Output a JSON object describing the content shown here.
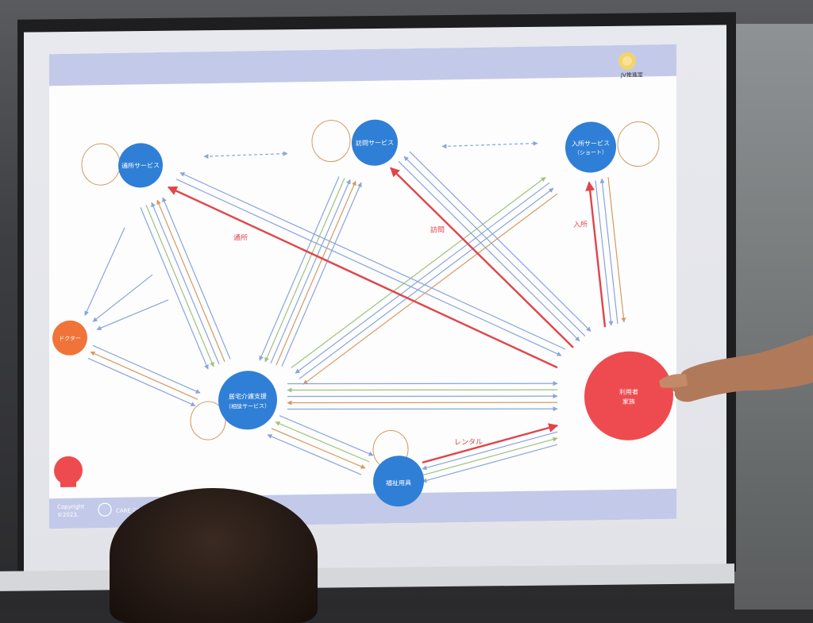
{
  "slide": {
    "nodes": {
      "tsusho": "通所サービス",
      "homon": "訪問サービス",
      "nyusho_line1": "入所サービス",
      "nyusho_line2": "（ショート）",
      "doctor": "ドクター",
      "kyotaku_line1": "居宅介護支援",
      "kyotaku_line2": "（相談サービス）",
      "riyosha_line1": "利用者",
      "riyosha_line2": "家族",
      "fukushi": "福祉用具"
    },
    "edge_labels": {
      "tsusho": "通所",
      "homon": "訪問",
      "nyusho": "入所",
      "rental": "レンタル"
    },
    "footer": {
      "copyright_line1": "Copyright",
      "copyright_line2": "©2023,",
      "brand": "CARE CONNECT"
    },
    "logo_text": "JV推進室"
  },
  "colors": {
    "blue_node": "#2f7fd6",
    "orange_node": "#f0743a",
    "red_node": "#ee4b50",
    "red_arrow": "#e0454a",
    "blue_arrow": "#8aa4d8",
    "green_arrow": "#9fc27a",
    "orange_arrow": "#d49a62",
    "slide_bg": "#ffffff",
    "slide_header": "#bfc6e6"
  }
}
